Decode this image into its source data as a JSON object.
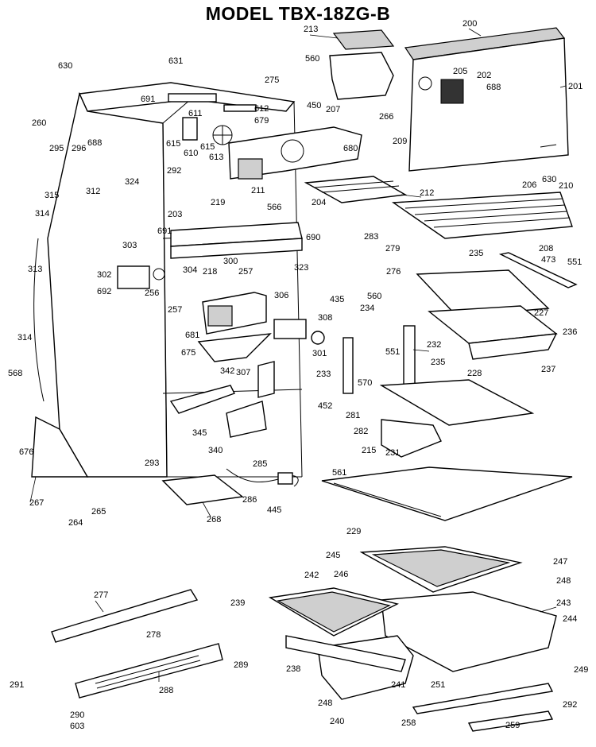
{
  "title": "MODEL TBX-18ZG-B",
  "callouts": [
    "200",
    "201",
    "202",
    "203",
    "204",
    "205",
    "206",
    "207",
    "208",
    "209",
    "210",
    "211",
    "212",
    "213",
    "215",
    "218",
    "219",
    "227",
    "228",
    "229",
    "231",
    "232",
    "233",
    "234",
    "235",
    "235",
    "236",
    "237",
    "238",
    "239",
    "240",
    "241",
    "242",
    "243",
    "244",
    "245",
    "246",
    "247",
    "248",
    "248",
    "249",
    "251",
    "256",
    "257",
    "257",
    "258",
    "259",
    "260",
    "264",
    "265",
    "266",
    "267",
    "268",
    "275",
    "276",
    "277",
    "278",
    "279",
    "281",
    "282",
    "283",
    "285",
    "286",
    "288",
    "289",
    "290",
    "291",
    "292",
    "292",
    "293",
    "295",
    "296",
    "300",
    "301",
    "302",
    "303",
    "304",
    "306",
    "307",
    "308",
    "312",
    "313",
    "314",
    "314",
    "315",
    "323",
    "324",
    "340",
    "342",
    "345",
    "435",
    "445",
    "450",
    "452",
    "473",
    "551",
    "551",
    "560",
    "560",
    "561",
    "566",
    "568",
    "570",
    "603",
    "610",
    "611",
    "612",
    "613",
    "615",
    "615",
    "630",
    "630",
    "631",
    "675",
    "676",
    "679",
    "680",
    "681",
    "688",
    "688",
    "690",
    "691",
    "691",
    "692"
  ]
}
